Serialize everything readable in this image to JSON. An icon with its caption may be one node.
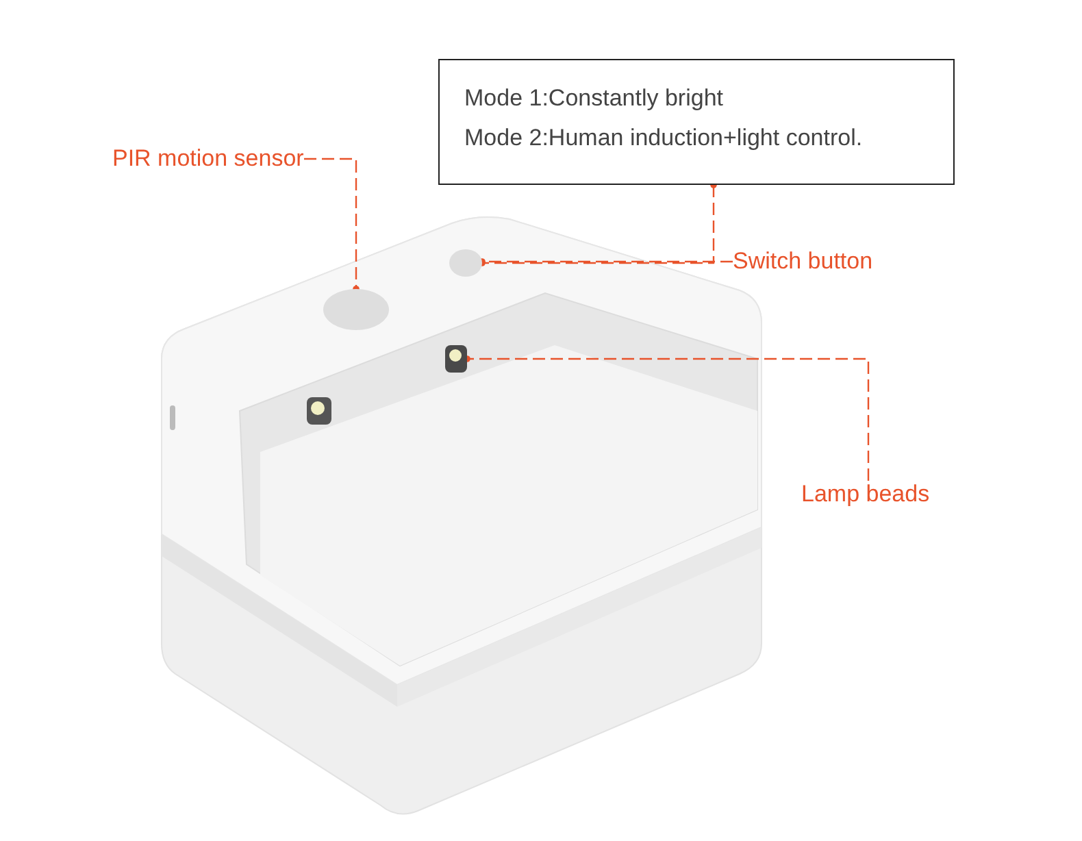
{
  "diagram": {
    "nodes": [
      {
        "text": [
          "PIR motion sensor"
        ]
      },
      {
        "text": [],
        "shape": "circle"
      },
      {
        "text": [
          "Mode 1:Constantly bright",
          "Mode 2:Human induction+light control."
        ]
      },
      {
        "text": [
          "Switch button"
        ]
      },
      {
        "text": [],
        "shape": "circle"
      },
      {
        "text": [
          "Lamp beads"
        ]
      },
      {
        "text": [],
        "shape": "box"
      }
    ],
    "edges": [
      {
        "from": 0,
        "to": 1,
        "arrow": "other"
      },
      {
        "from": 2,
        "to": 4,
        "arrow": "other"
      },
      {
        "from": 3,
        "to": 4,
        "arrow": "other"
      },
      {
        "from": 5,
        "to": 6,
        "arrow": "other"
      }
    ]
  }
}
